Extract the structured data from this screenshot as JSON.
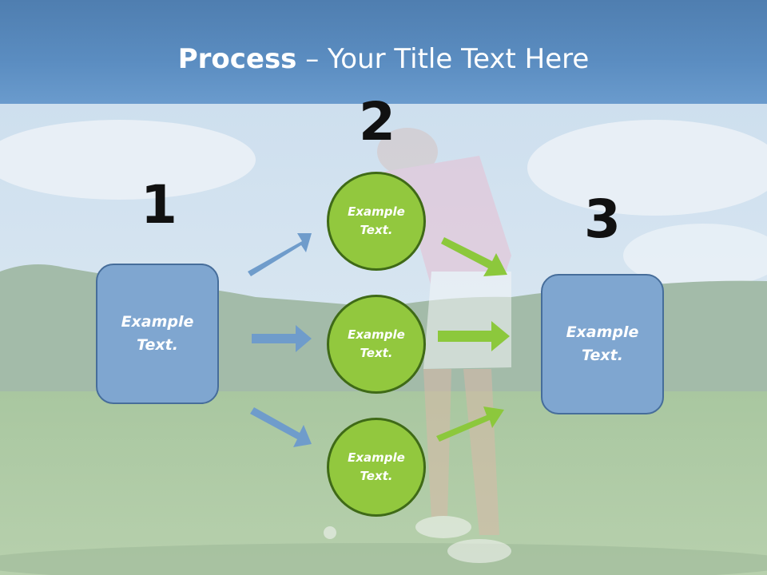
{
  "title": {
    "bold": "Process",
    "rest": " – Your Title Text Here"
  },
  "steps": [
    {
      "number": "1",
      "text_line1": "Example",
      "text_line2": "Text."
    },
    {
      "number": "2"
    },
    {
      "number": "3",
      "text_line1": "Example",
      "text_line2": "Text."
    }
  ],
  "circles": [
    {
      "text_line1": "Example",
      "text_line2": "Text."
    },
    {
      "text_line1": "Example",
      "text_line2": "Text."
    },
    {
      "text_line1": "Example",
      "text_line2": "Text."
    }
  ],
  "colors": {
    "title_bar": "#5b8dc1",
    "box_fill": "#7fa6d0",
    "circle_fill": "#92c83e",
    "blue_arrow": "#6f9ccb",
    "green_arrow": "#8cc83c"
  }
}
